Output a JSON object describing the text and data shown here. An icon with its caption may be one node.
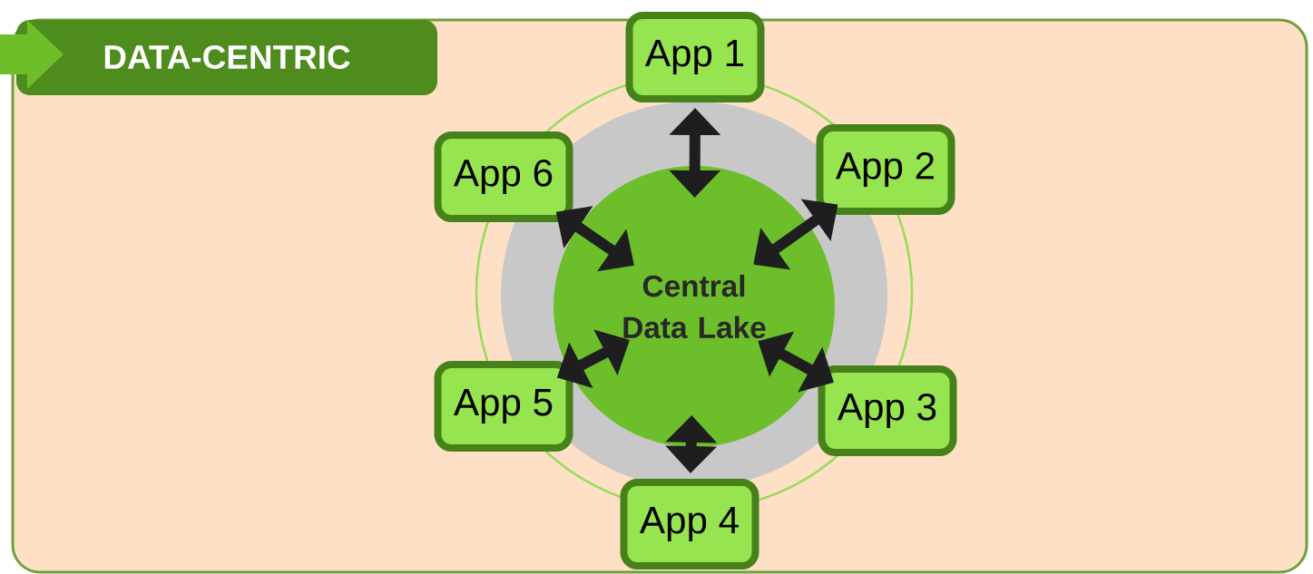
{
  "diagram": {
    "title": "DATA-CENTRIC",
    "nodes": [
      {
        "text": [
          "Central Data Lake"
        ]
      },
      {
        "text": [
          "App 1"
        ]
      },
      {
        "text": [
          "App 2"
        ]
      },
      {
        "text": [
          "App 3"
        ]
      },
      {
        "text": [
          "App 4"
        ]
      },
      {
        "text": [
          "App 5"
        ]
      },
      {
        "text": [
          "App 6"
        ]
      }
    ],
    "edges": [
      {
        "from": 1,
        "to": 0,
        "arrow": "both"
      },
      {
        "from": 2,
        "to": 0,
        "arrow": "both"
      },
      {
        "from": 3,
        "to": 0,
        "arrow": "both"
      },
      {
        "from": 4,
        "to": 0,
        "arrow": "both"
      },
      {
        "from": 5,
        "to": 0,
        "arrow": "both"
      },
      {
        "from": 6,
        "to": 0,
        "arrow": "both"
      }
    ]
  }
}
